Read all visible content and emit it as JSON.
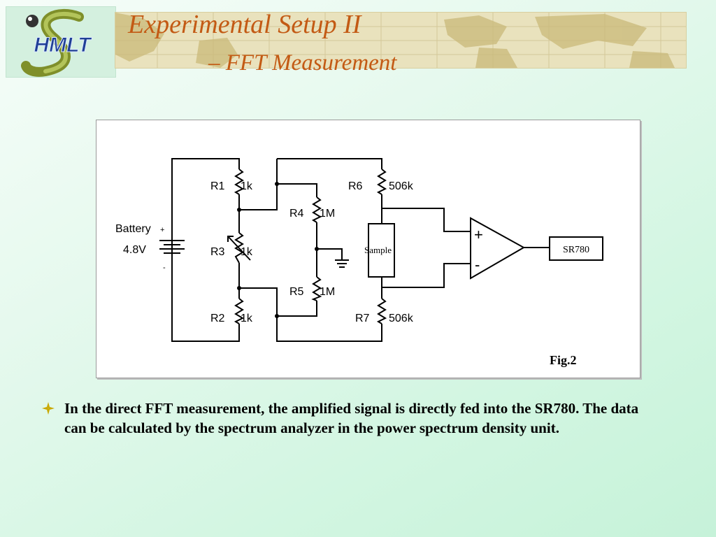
{
  "header": {
    "logo_text": "HMLT",
    "title_line1": "Experimental Setup II",
    "title_line2": "– FFT  Measurement"
  },
  "figure": {
    "caption": "Fig.2",
    "battery_label": "Battery",
    "battery_voltage": "4.8V",
    "battery_plus": "+",
    "battery_minus": "-",
    "resistors": {
      "r1": "R1",
      "r1_value": "1k",
      "r2": "R2",
      "r2_value": "1k",
      "r3": "R3",
      "r3_value": "1k",
      "r4": "R4",
      "r4_value": "1M",
      "r5": "R5",
      "r5_value": "1M",
      "r6": "R6",
      "r6_value": "506k",
      "r7": "R7",
      "r7_value": "506k"
    },
    "sample_label": "Sample",
    "amp_plus": "+",
    "amp_minus": "-",
    "analyzer_label": "SR780"
  },
  "body": {
    "bullet_icon": "diamond-bullet-icon",
    "text": "In the direct FFT measurement, the amplified signal is directly fed into the SR780. The data can be calculated by the spectrum analyzer in the power spectrum density unit."
  },
  "colors": {
    "title": "#c35a14",
    "bullet": "#c9a800",
    "banner": "#e9e2bd"
  }
}
